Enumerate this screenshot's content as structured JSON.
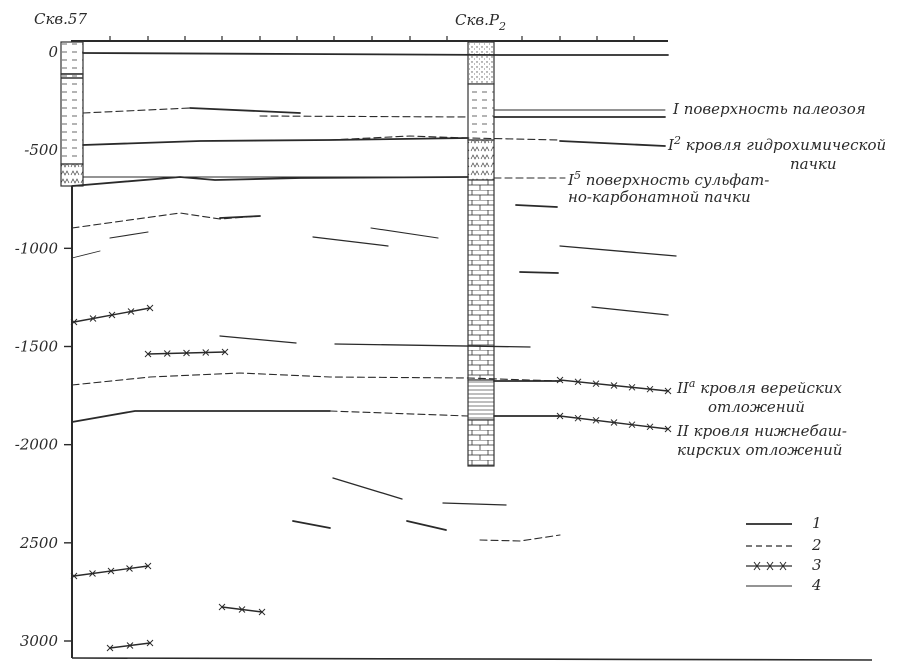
{
  "wells": {
    "left": "Скв.57",
    "right": "Скв.Р",
    "right_sub": "2"
  },
  "depth_axis": {
    "min": 0,
    "max": 3000,
    "ticks": [
      "0",
      "-500",
      "-1000",
      "-1500",
      "-2000",
      "2500",
      "3000"
    ],
    "tick_values": [
      0,
      500,
      1000,
      1500,
      2000,
      2500,
      3000
    ]
  },
  "horizons": [
    {
      "id": "I",
      "label": "I поверхность палеозоя"
    },
    {
      "id": "I2",
      "label_pre": "I",
      "label_sup": "2",
      "label_post": " кровля гидрохимической",
      "label_line2": "пачки"
    },
    {
      "id": "I5",
      "label_pre": "I",
      "label_sup": "5",
      "label_post": " поверхность сульфат-",
      "label_line2": "но-карбонатной пачки"
    },
    {
      "id": "IIa",
      "label_pre": "II",
      "label_sup": "a",
      "label_post": " кровля верейских",
      "label_line2": "отложений"
    },
    {
      "id": "II",
      "label": "II кровля нижнебаш-",
      "label_line2": "кирских отложений"
    }
  ],
  "legend": {
    "items": [
      {
        "style": "solid",
        "label": "1"
      },
      {
        "style": "dashed",
        "label": "2"
      },
      {
        "style": "crossed",
        "label": "3"
      },
      {
        "style": "thin",
        "label": "4"
      }
    ]
  },
  "colors": {
    "ink": "#2a2a2a",
    "paper": "#ffffff"
  }
}
